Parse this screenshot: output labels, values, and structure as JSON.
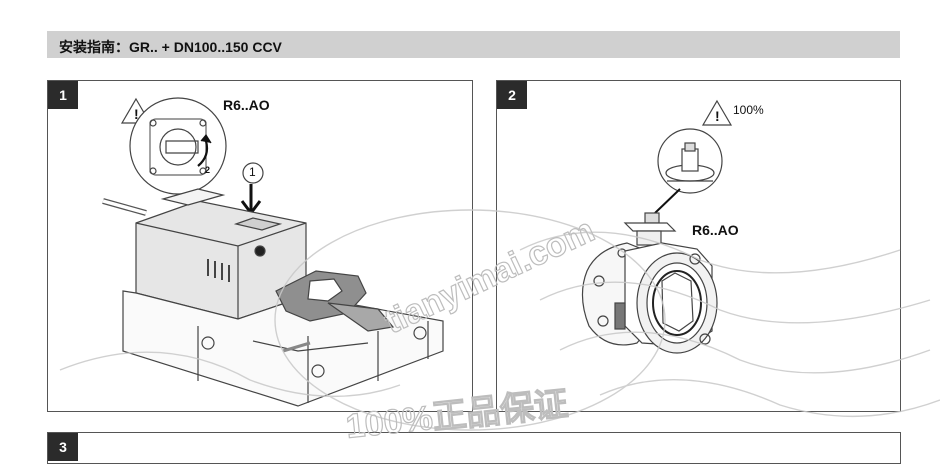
{
  "header": {
    "title": "安装指南：GR.. + DN100..150 CCV"
  },
  "panels": [
    {
      "step": "1",
      "model_label": "R6..AO",
      "callout_number": "1",
      "rotation_arrow_number": "2"
    },
    {
      "step": "2",
      "model_label": "R6..AO",
      "position_label": "100%"
    },
    {
      "step": "3"
    }
  ],
  "watermark": {
    "text_url": "tianyimai.com",
    "text_cn": "100%正品保证"
  },
  "colors": {
    "header_bg": "#d0d0d0",
    "badge_bg": "#2b2b2b",
    "line": "#444444"
  }
}
